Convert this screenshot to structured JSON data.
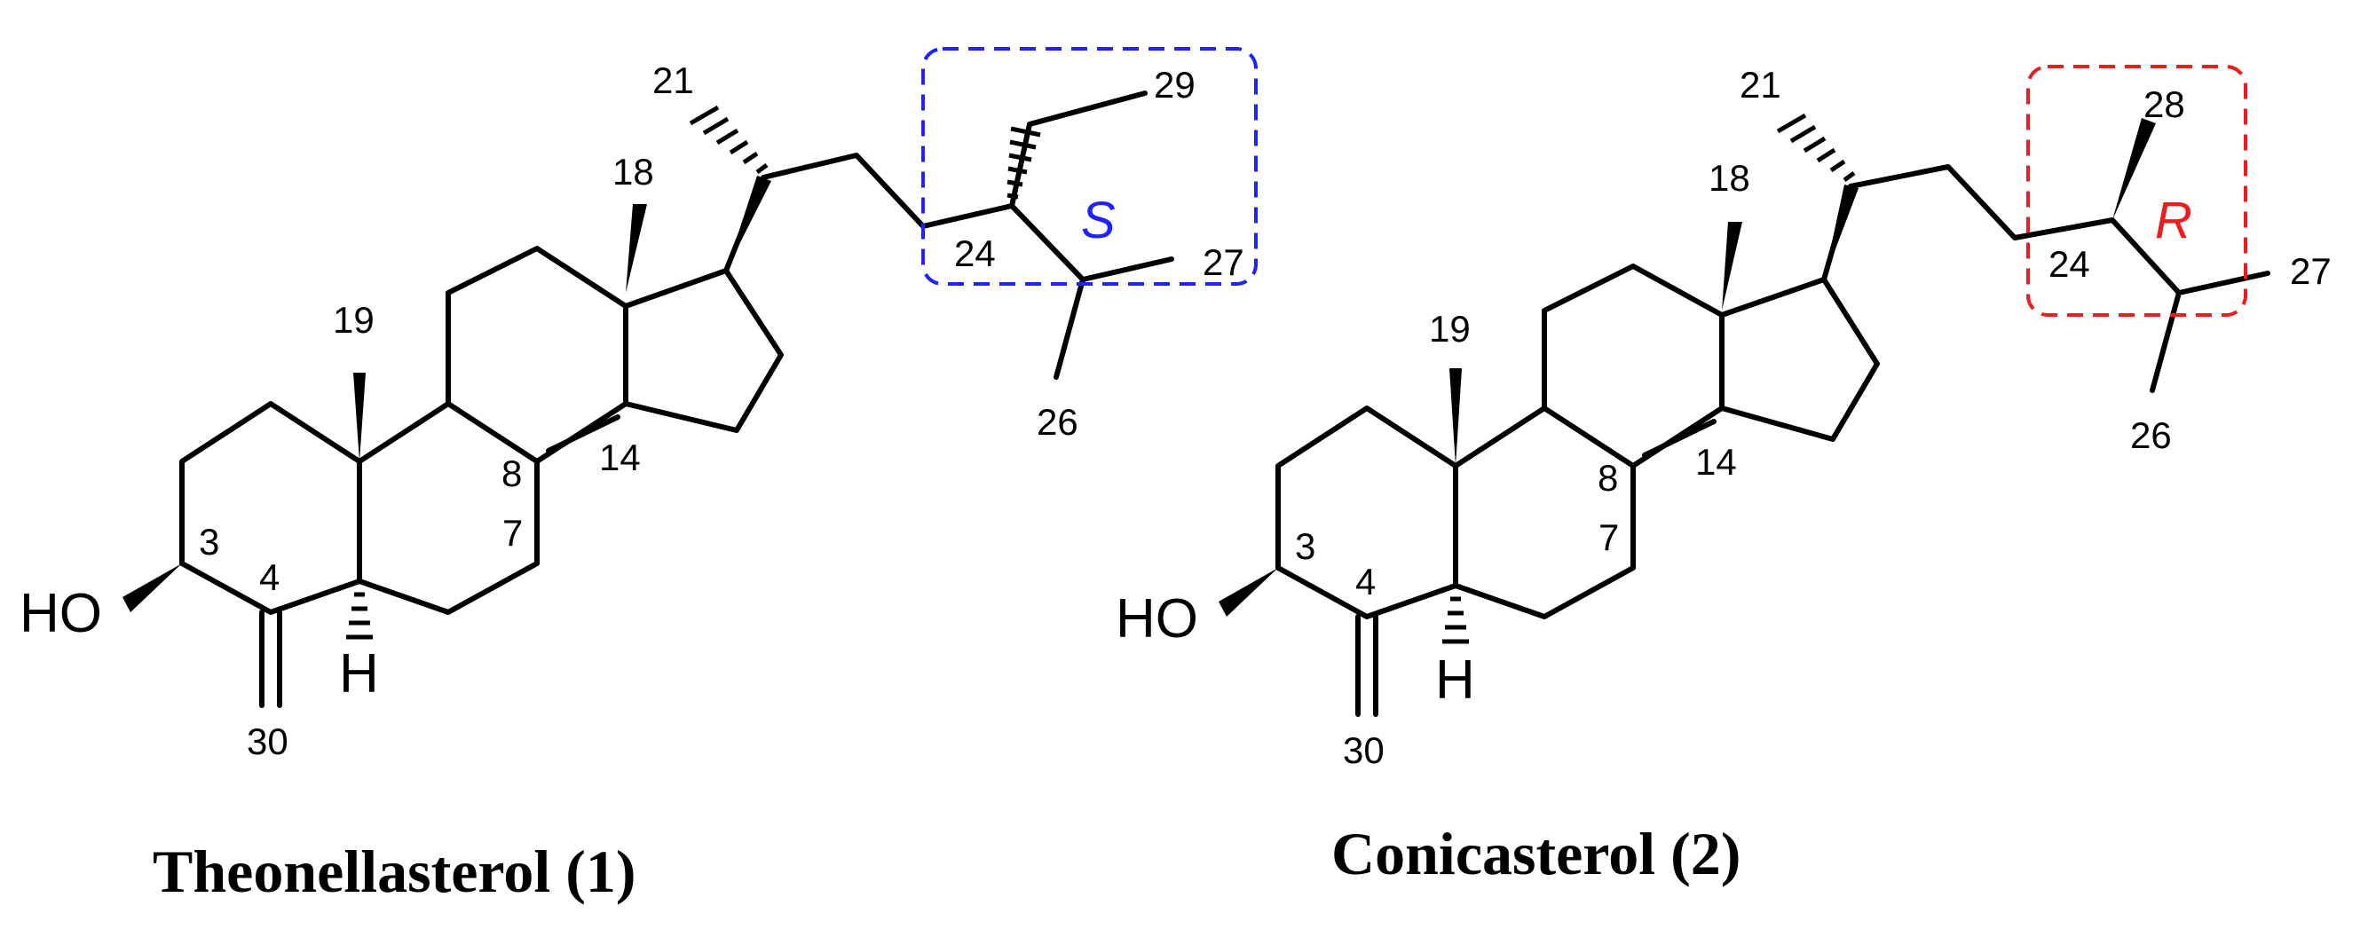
{
  "compounds": [
    {
      "name": "Theonellasterol (1)",
      "heteroatom_labels": {
        "hydroxyl": "HO",
        "hydrogen": "H"
      },
      "atom_numbers": {
        "c3": "3",
        "c4": "4",
        "c7": "7",
        "c8": "8",
        "c14": "14",
        "c18": "18",
        "c19": "19",
        "c21": "21",
        "c24": "24",
        "c26": "26",
        "c27": "27",
        "c29": "29",
        "c30": "30"
      },
      "stereo": {
        "label": "S",
        "color": "#1e22ff"
      }
    },
    {
      "name": "Conicasterol (2)",
      "heteroatom_labels": {
        "hydroxyl": "HO",
        "hydrogen": "H"
      },
      "atom_numbers": {
        "c3": "3",
        "c4": "4",
        "c7": "7",
        "c8": "8",
        "c14": "14",
        "c18": "18",
        "c19": "19",
        "c21": "21",
        "c24": "24",
        "c26": "26",
        "c27": "27",
        "c28": "28",
        "c30": "30"
      },
      "stereo": {
        "label": "R",
        "color": "#ee1c1c"
      }
    }
  ]
}
